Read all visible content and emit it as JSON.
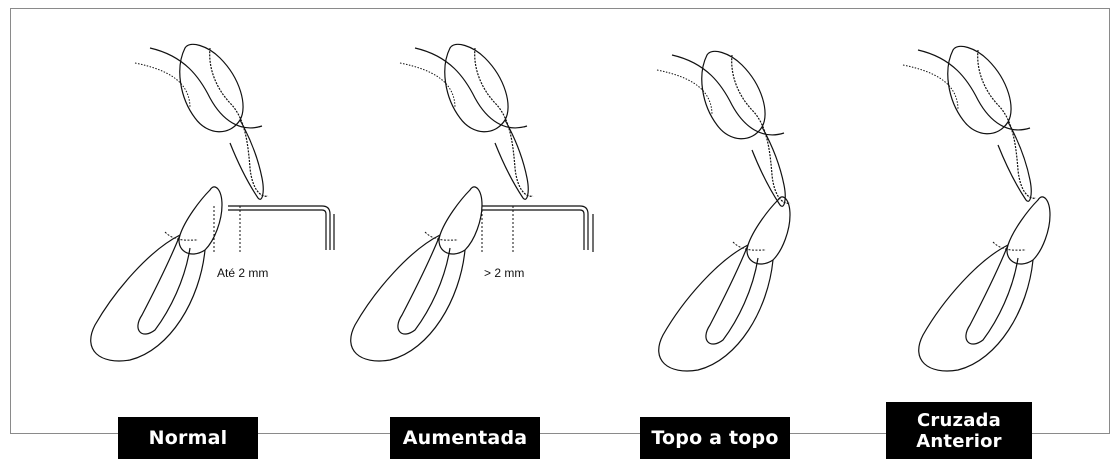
{
  "diagram": {
    "panels": [
      {
        "name": "Normal",
        "measurement": "Até 2 mm"
      },
      {
        "name": "Aumentada",
        "measurement": "> 2 mm"
      },
      {
        "name": "Topo a topo",
        "measurement": ""
      },
      {
        "name_line1": "Cruzada",
        "name_line2": "Anterior",
        "measurement": ""
      }
    ]
  },
  "colors": {
    "label_bg": "#000000",
    "label_text": "#ffffff",
    "line": "#111111",
    "frame": "#8a8a8a"
  }
}
